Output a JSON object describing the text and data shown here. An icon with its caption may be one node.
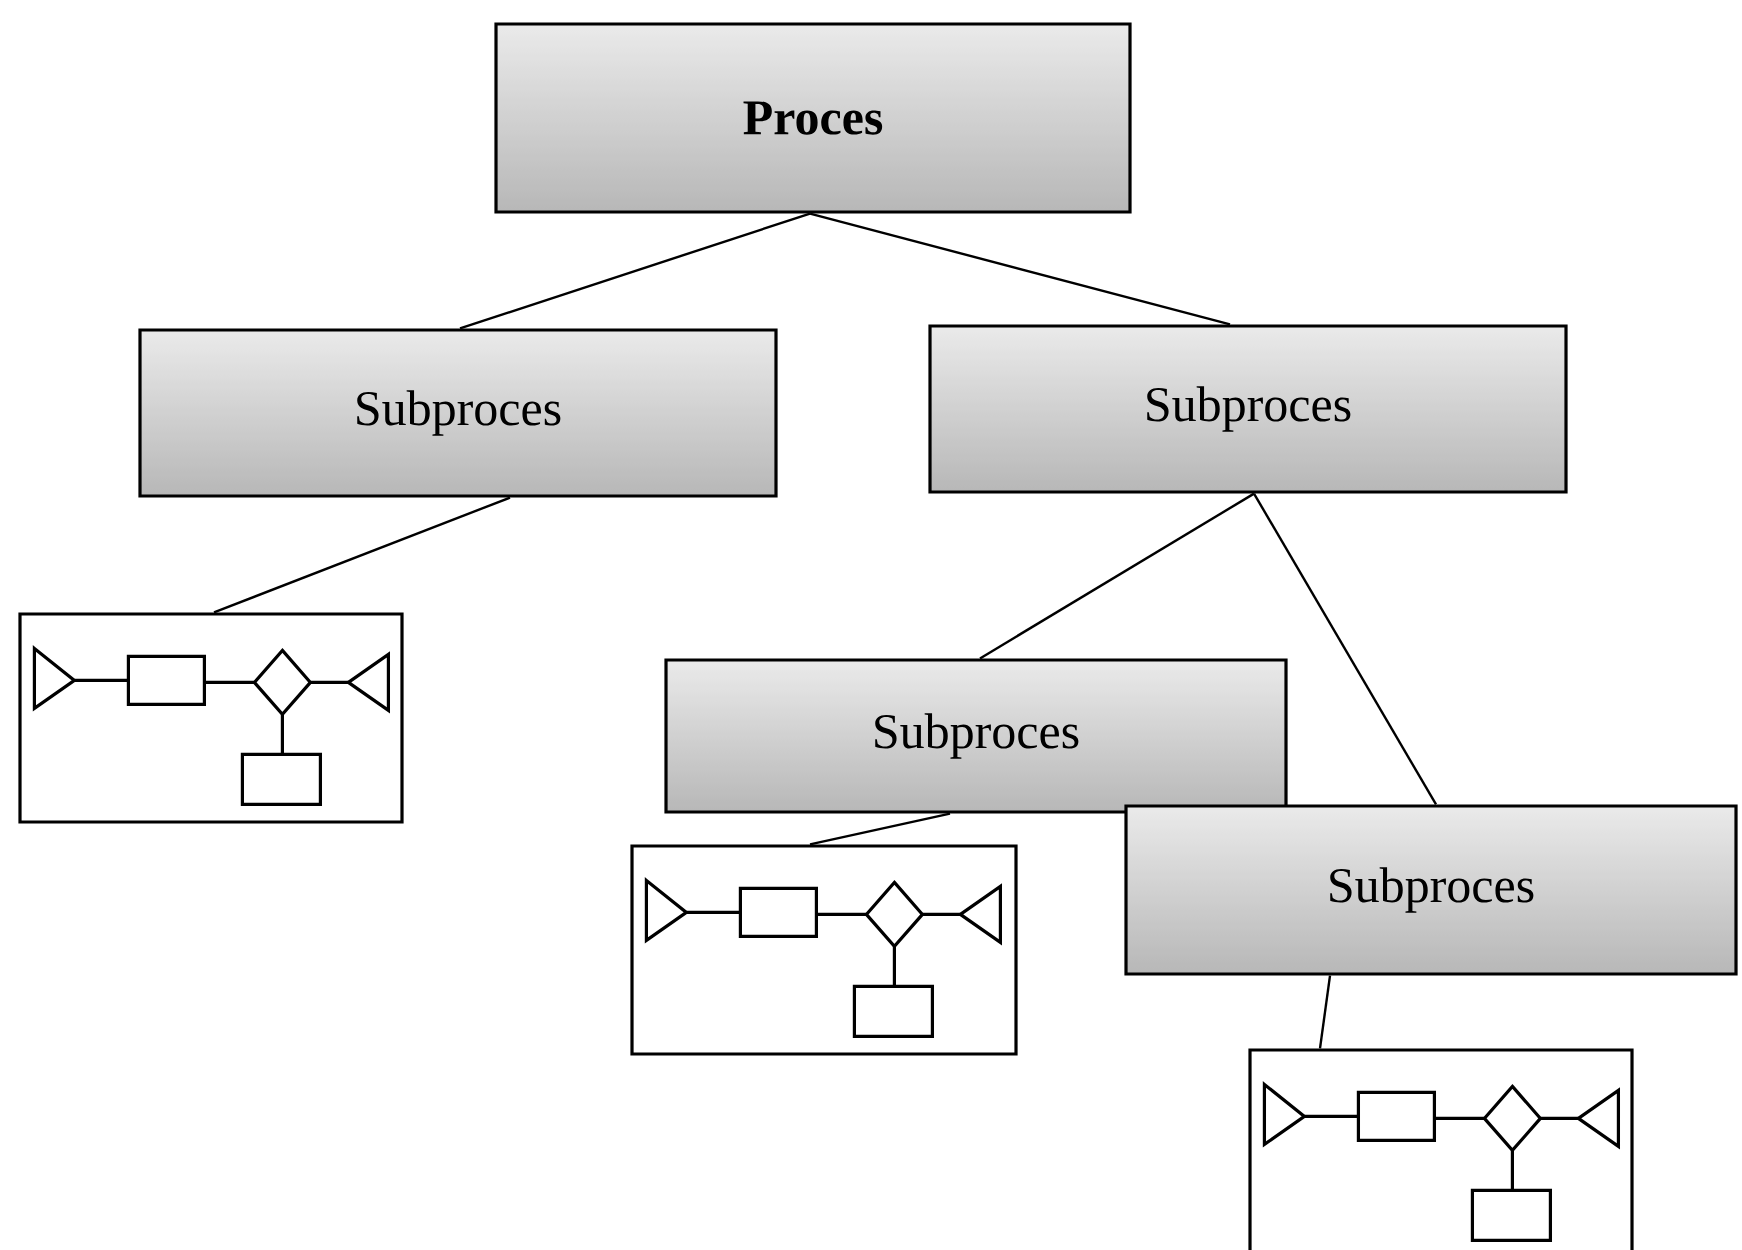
{
  "diagram": {
    "nodes": [
      {
        "text": [
          "Proces"
        ]
      },
      {
        "text": [
          "Subproces"
        ]
      },
      {
        "text": [
          "Subproces"
        ]
      },
      {
        "text": [],
        "shape": "picture"
      },
      {
        "text": [
          "Subproces"
        ]
      },
      {
        "text": [
          "Subproces"
        ]
      },
      {
        "text": [],
        "shape": "picture"
      },
      {
        "text": [],
        "shape": "picture"
      }
    ],
    "edges": [
      {
        "from": 0,
        "to": 1,
        "arrow": "none"
      },
      {
        "from": 0,
        "to": 2,
        "arrow": "none"
      },
      {
        "from": 1,
        "to": 3,
        "arrow": "none"
      },
      {
        "from": 2,
        "to": 4,
        "arrow": "none"
      },
      {
        "from": 2,
        "to": 5,
        "arrow": "none"
      },
      {
        "from": 4,
        "to": 6,
        "arrow": "none"
      },
      {
        "from": 5,
        "to": 7,
        "arrow": "none"
      }
    ]
  }
}
